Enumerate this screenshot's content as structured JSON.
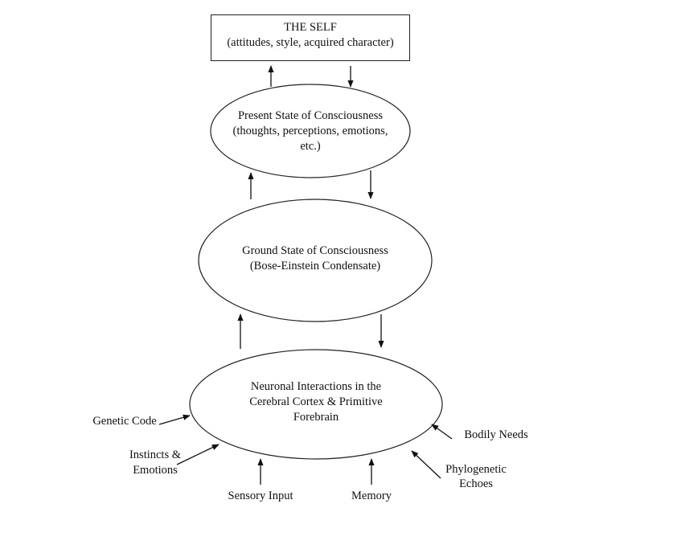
{
  "diagram": {
    "self": {
      "title": "THE SELF",
      "subtitle": "(attitudes, style, acquired character)"
    },
    "present_state": {
      "line1": "Present State of Consciousness",
      "line2": "(thoughts, perceptions, emotions,",
      "line3": "etc.)"
    },
    "ground_state": {
      "line1": "Ground State of Consciousness",
      "line2": "(Bose-Einstein Condensate)"
    },
    "neuronal": {
      "line1": "Neuronal Interactions in the",
      "line2": "Cerebral Cortex & Primitive",
      "line3": "Forebrain"
    },
    "inputs": {
      "genetic_code": "Genetic Code",
      "instincts_line1": "Instincts &",
      "instincts_line2": "Emotions",
      "sensory_input": "Sensory Input",
      "memory": "Memory",
      "bodily_needs": "Bodily Needs",
      "phylogenetic_line1": "Phylogenetic",
      "phylogenetic_line2": "Echoes"
    },
    "colors": {
      "stroke": "#222222",
      "text": "#111111",
      "background": "#ffffff"
    }
  }
}
